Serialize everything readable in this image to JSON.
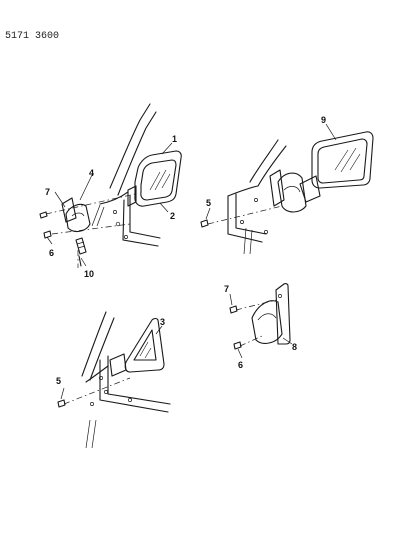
{
  "document_number": "5171 3600",
  "callouts": {
    "c1": "1",
    "c2": "2",
    "c3": "3",
    "c4": "4",
    "c5a": "5",
    "c5b": "5",
    "c6a": "6",
    "c6b": "6",
    "c7a": "7",
    "c7b": "7",
    "c8": "8",
    "c9": "9",
    "c10": "10"
  }
}
